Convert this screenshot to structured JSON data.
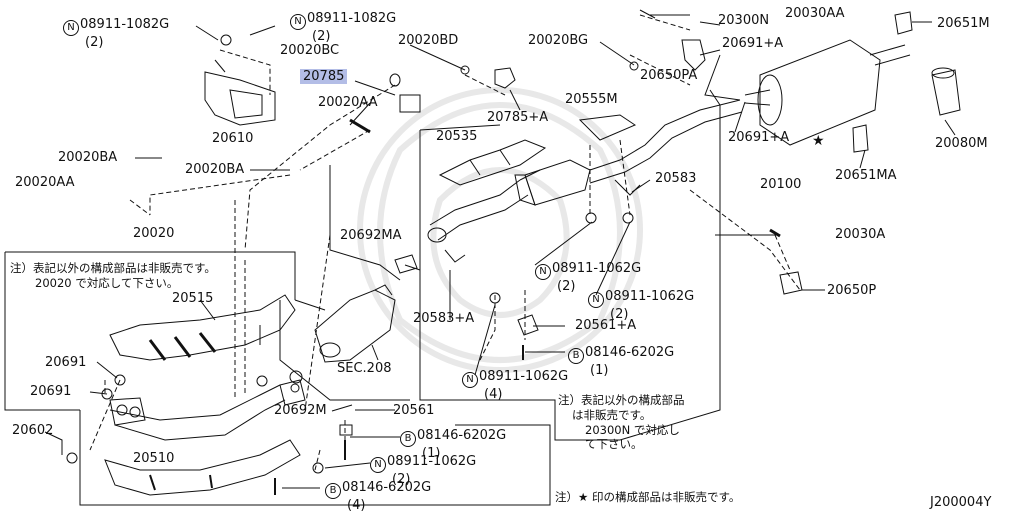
{
  "diagram_id": "J200004Y",
  "highlight_part": "20785",
  "labels": [
    {
      "key": "n08911_1082g_a",
      "prefix": "N",
      "text": "08911-1082G",
      "sub": "(2)"
    },
    {
      "key": "n08911_1082g_b",
      "prefix": "N",
      "text": "08911-1082G",
      "sub": "(2)"
    },
    {
      "key": "p20610",
      "text": "20610"
    },
    {
      "key": "p20020bc",
      "text": "20020BC"
    },
    {
      "key": "p20785",
      "text": "20785"
    },
    {
      "key": "p20020aa_a",
      "text": "20020AA"
    },
    {
      "key": "p20020bd",
      "text": "20020BD"
    },
    {
      "key": "p20020bg",
      "text": "20020BG"
    },
    {
      "key": "p20785a",
      "text": "20785+A"
    },
    {
      "key": "p20555m",
      "text": "20555M"
    },
    {
      "key": "p20030aa",
      "text": "20030AA"
    },
    {
      "key": "p20300n",
      "text": "20300N"
    },
    {
      "key": "p20691a_top",
      "text": "20691+A"
    },
    {
      "key": "p20650pa",
      "text": "20650PA"
    },
    {
      "key": "p20651m",
      "text": "20651M"
    },
    {
      "key": "p20080m",
      "text": "20080M"
    },
    {
      "key": "p20691a_mid",
      "text": "20691+A"
    },
    {
      "key": "p20100",
      "text": "20100"
    },
    {
      "key": "p20651ma",
      "text": "20651MA"
    },
    {
      "key": "p20020ba_a",
      "text": "20020BA"
    },
    {
      "key": "p20020ba_b",
      "text": "20020BA"
    },
    {
      "key": "p20020aa_b",
      "text": "20020AA"
    },
    {
      "key": "p20535",
      "text": "20535"
    },
    {
      "key": "p20583",
      "text": "20583"
    },
    {
      "key": "p20020",
      "text": "20020"
    },
    {
      "key": "p20692ma",
      "text": "20692MA"
    },
    {
      "key": "n08911_1062g_a",
      "prefix": "N",
      "text": "08911-1062G",
      "sub": "(2)"
    },
    {
      "key": "n08911_1062g_b",
      "prefix": "N",
      "text": "08911-1062G",
      "sub": "(2)"
    },
    {
      "key": "p20030a",
      "text": "20030A"
    },
    {
      "key": "p20650p",
      "text": "20650P"
    },
    {
      "key": "p20515",
      "text": "20515"
    },
    {
      "key": "p20583a",
      "text": "20583+A"
    },
    {
      "key": "p20561a",
      "text": "20561+A"
    },
    {
      "key": "b08146_6202g_a",
      "prefix": "B",
      "text": "08146-6202G",
      "sub": "(1)"
    },
    {
      "key": "sec208",
      "text": "SEC.208"
    },
    {
      "key": "n08911_1062g_c",
      "prefix": "N",
      "text": "08911-1062G",
      "sub": "(4)"
    },
    {
      "key": "p20691_a",
      "text": "20691"
    },
    {
      "key": "p20691_b",
      "text": "20691"
    },
    {
      "key": "p20692m",
      "text": "20692M"
    },
    {
      "key": "p20561",
      "text": "20561"
    },
    {
      "key": "b08146_6202g_b",
      "prefix": "B",
      "text": "08146-6202G",
      "sub": "(1)"
    },
    {
      "key": "p20602",
      "text": "20602"
    },
    {
      "key": "p20510",
      "text": "20510"
    },
    {
      "key": "n08911_1062g_d",
      "prefix": "N",
      "text": "08911-1062G",
      "sub": "(2)"
    },
    {
      "key": "b08146_6202g_c",
      "prefix": "B",
      "text": "08146-6202G",
      "sub": "(4)"
    }
  ],
  "notes": {
    "left_note_line1": "注）表記以外の構成部品は非販売です。",
    "left_note_line2": "20020 で対応して下さい。",
    "right_note_line1": "注）表記以外の構成部品",
    "right_note_line2": "は非販売です。",
    "right_note_line3": "20300N で対応し",
    "right_note_line4": "て下さい。",
    "bottom_note": "注）★ 印の構成部品は非販売です。"
  },
  "star_symbol": "★",
  "colors": {
    "line": "#111111",
    "highlight": "#b3bde6",
    "watermark": "#e6e6e6"
  }
}
